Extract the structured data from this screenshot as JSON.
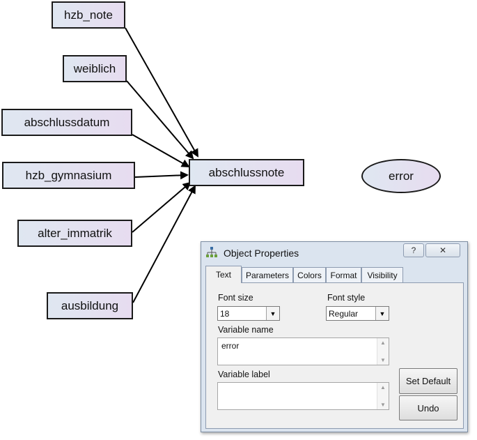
{
  "diagram": {
    "observed_variables": [
      "hzb_note",
      "weiblich",
      "abschlussdatum",
      "hzb_gymnasium",
      "alter_immatrik",
      "ausbildung"
    ],
    "outcome_variable": "abschlussnote",
    "error_variable": "error"
  },
  "dialog": {
    "title": "Object Properties",
    "help_label": "?",
    "close_label": "✕",
    "tabs": [
      "Text",
      "Parameters",
      "Colors",
      "Format",
      "Visibility"
    ],
    "active_tab": "Text",
    "font_size_label": "Font size",
    "font_size_value": "18",
    "font_style_label": "Font style",
    "font_style_value": "Regular",
    "variable_name_label": "Variable name",
    "variable_name_value": "error",
    "variable_label_label": "Variable label",
    "variable_label_value": "",
    "set_default_label": "Set Default",
    "undo_label": "Undo"
  }
}
